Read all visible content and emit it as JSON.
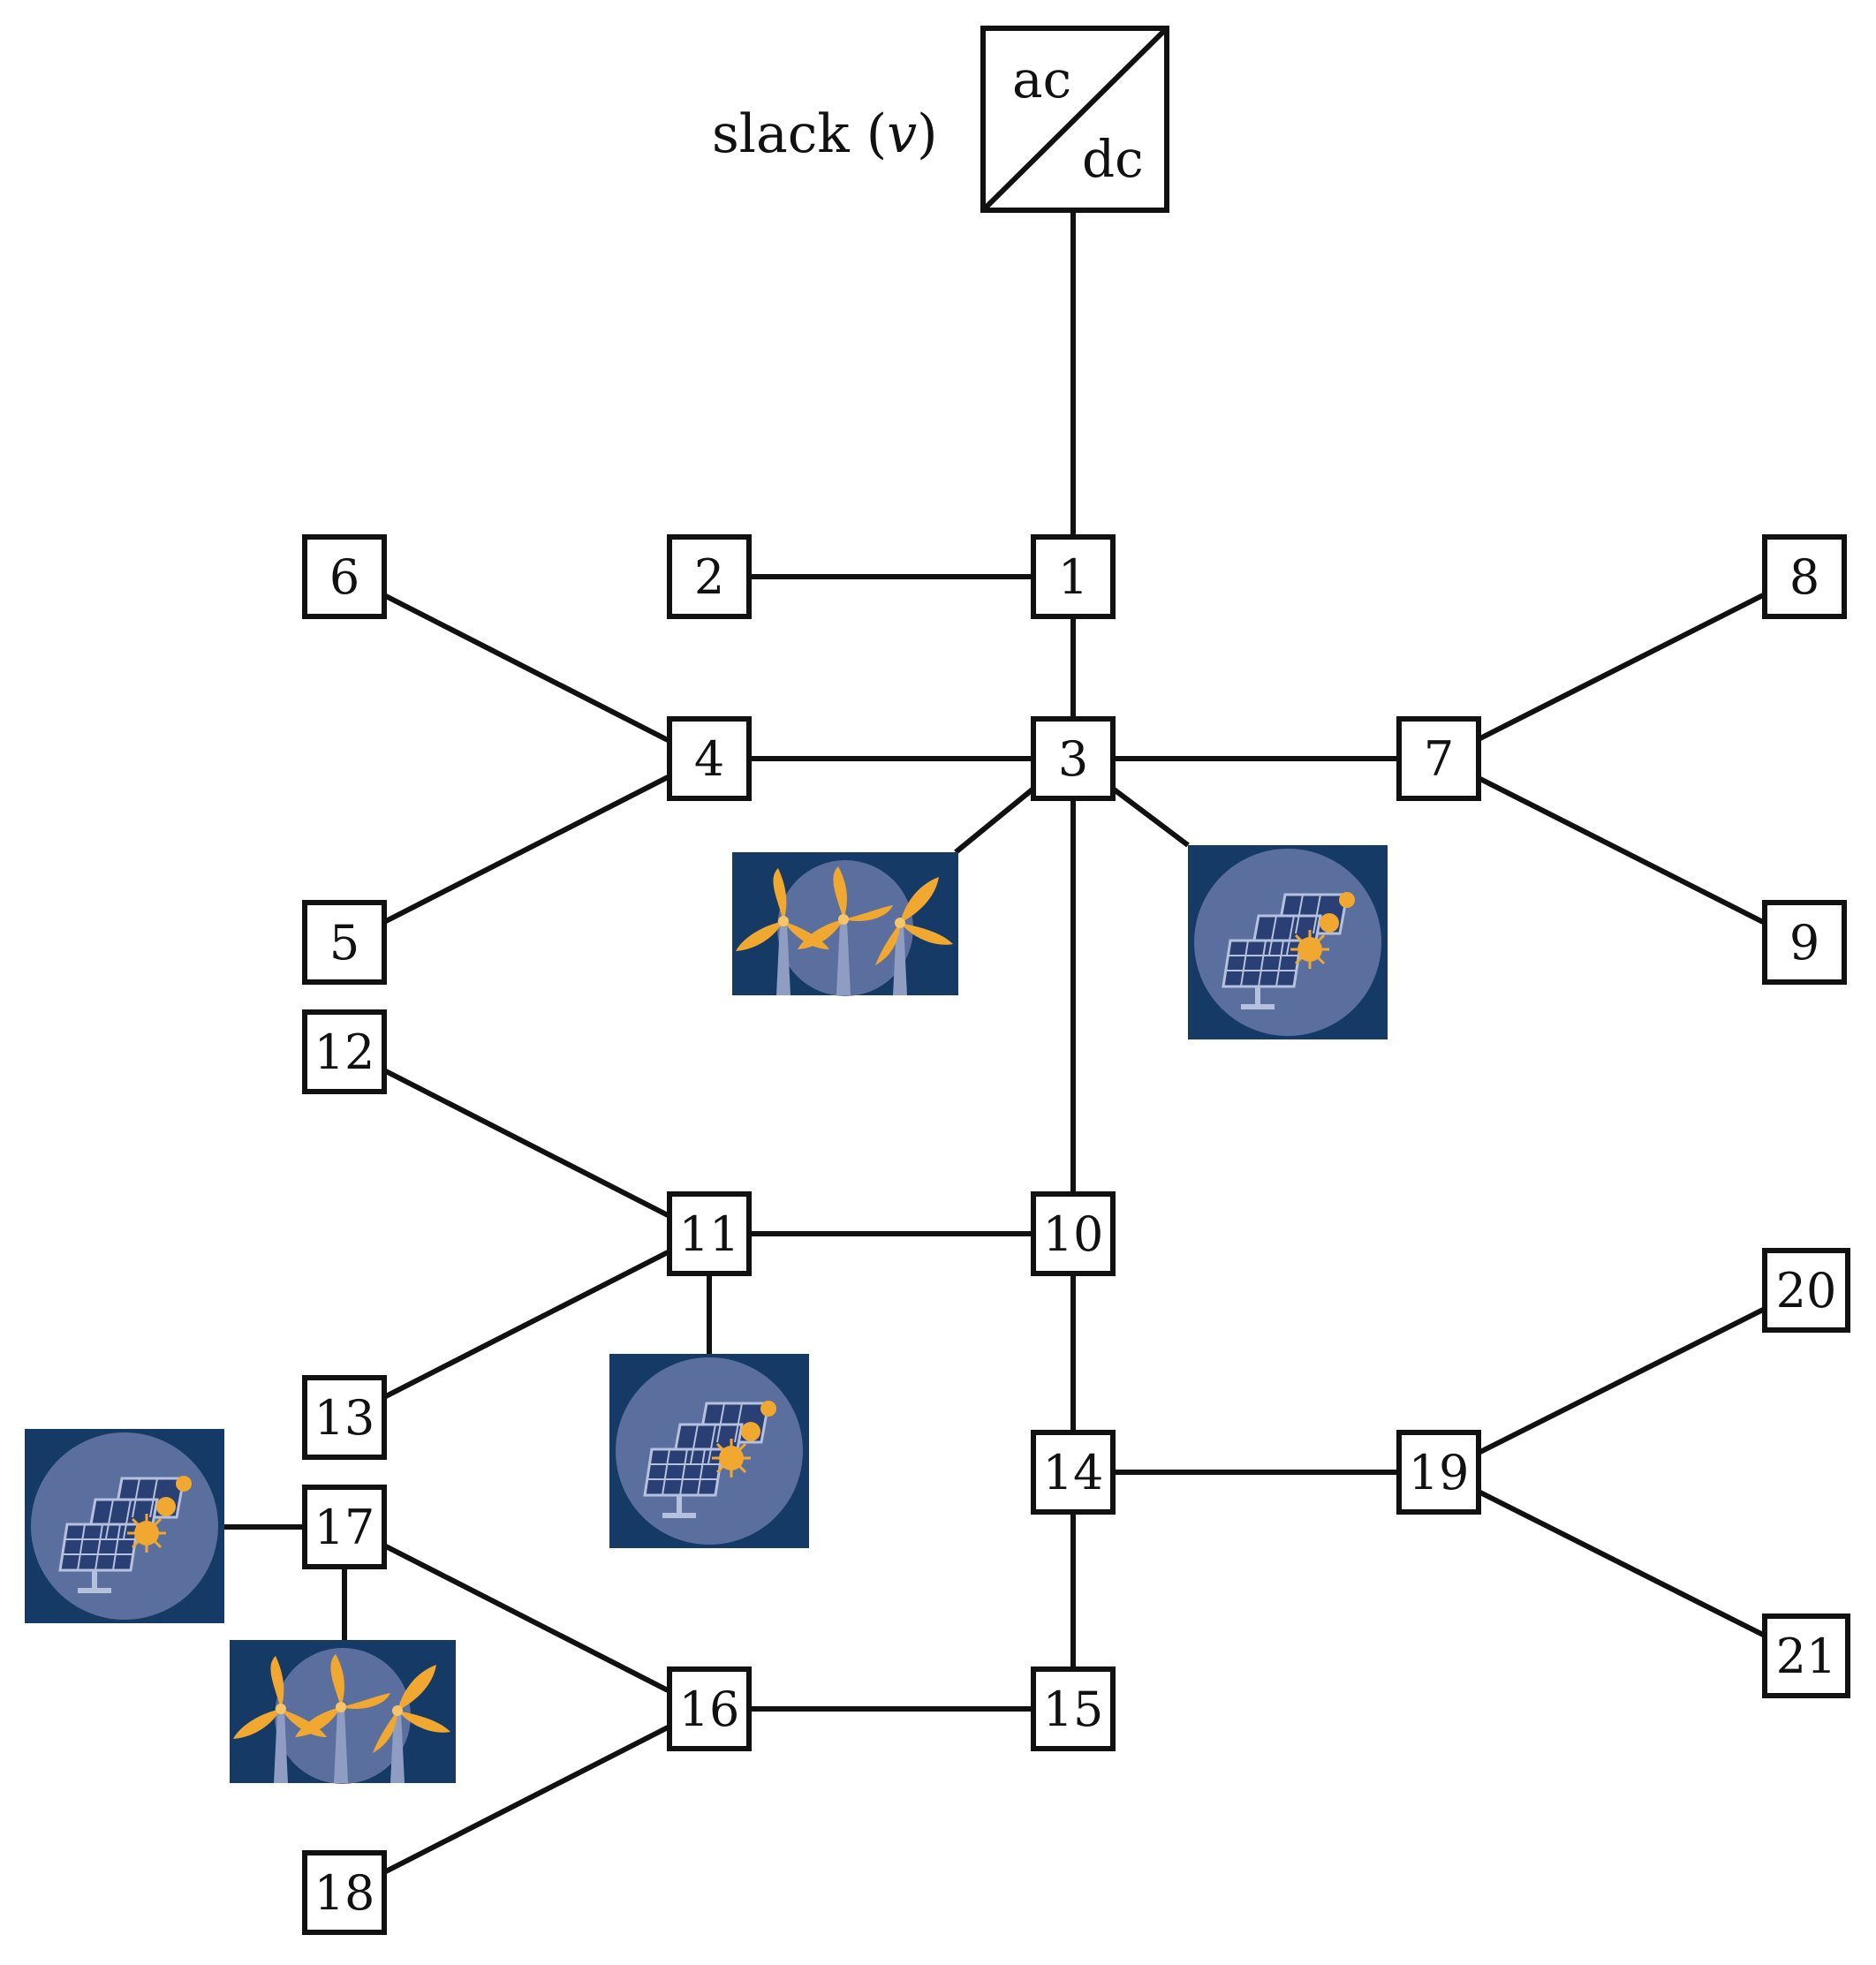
{
  "converter": {
    "top_label": "ac",
    "bottom_label": "dc"
  },
  "slack": {
    "prefix": "slack (",
    "var": "v",
    "suffix": ")"
  },
  "buses": {
    "b1": "1",
    "b2": "2",
    "b3": "3",
    "b4": "4",
    "b5": "5",
    "b6": "6",
    "b7": "7",
    "b8": "8",
    "b9": "9",
    "b10": "10",
    "b11": "11",
    "b12": "12",
    "b13": "13",
    "b14": "14",
    "b15": "15",
    "b16": "16",
    "b17": "17",
    "b18": "18",
    "b19": "19",
    "b20": "20",
    "b21": "21"
  },
  "icons": {
    "wind_icon": "wind-turbines",
    "solar_icon": "solar-panels"
  },
  "colors": {
    "icon_bg": "#153a66",
    "icon_circle": "#5b6f9e",
    "accent": "#f0a830",
    "line": "#111111"
  }
}
